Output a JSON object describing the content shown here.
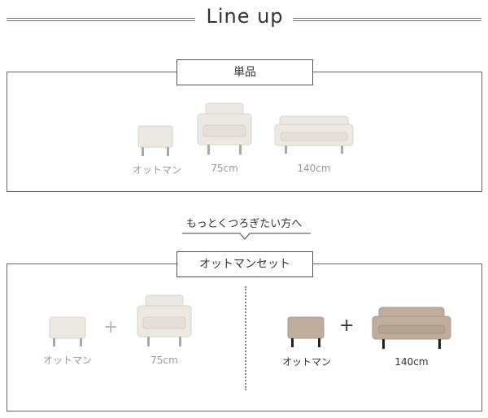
{
  "header": {
    "title": "Line up"
  },
  "single": {
    "label": "単品",
    "items": [
      {
        "caption": "オットマン"
      },
      {
        "caption": "75cm"
      },
      {
        "caption": "140cm"
      }
    ]
  },
  "more_text": "もっとくつろぎたい方へ",
  "set": {
    "label": "オットマンセット",
    "left": {
      "ottoman_caption": "オットマン",
      "sofa_caption": "75cm",
      "plus": "+"
    },
    "right": {
      "ottoman_caption": "オットマン",
      "sofa_caption": "140cm",
      "plus": "+"
    }
  },
  "colors": {
    "cream": "#ece8e2",
    "cream_shade": "#d9d4cc",
    "taupe": "#bfae9d",
    "taupe_shade": "#a99887",
    "leg_light": "#a9a9a9",
    "leg_dark": "#222222",
    "line": "#666666"
  }
}
